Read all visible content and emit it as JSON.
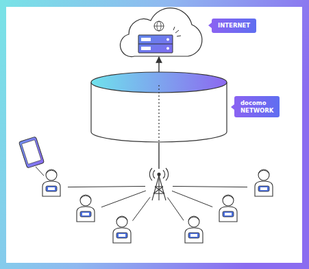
{
  "diagram": {
    "nodes": [
      {
        "text": [
          "INTERNET"
        ]
      },
      {
        "text": [
          "docomo NETWORK"
        ]
      }
    ],
    "edges": [
      {
        "from": 1,
        "to": 0,
        "arrow": "to"
      }
    ]
  }
}
